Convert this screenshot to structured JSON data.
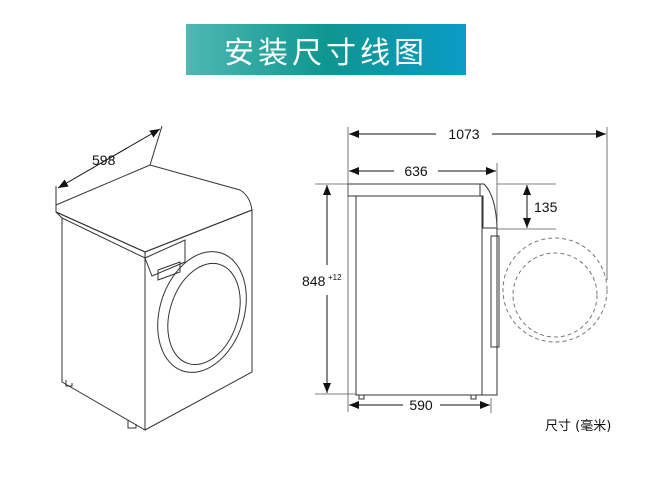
{
  "title": "安装尺寸线图",
  "dimensions": {
    "width_3d": "598",
    "total_depth_door_open": "1073",
    "depth": "636",
    "height": "848",
    "height_tolerance": "+12",
    "door_offset": "135",
    "body_depth": "590"
  },
  "unit_label": "尺寸 (毫米)"
}
